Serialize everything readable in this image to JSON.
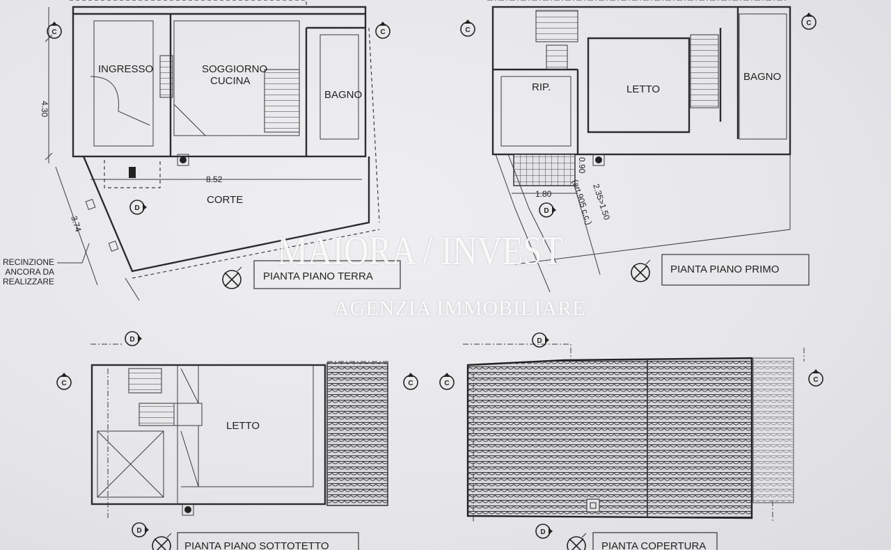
{
  "plans": {
    "ground": {
      "title": "PIANTA PIANO TERRA",
      "rooms": {
        "ingresso": "INGRESSO",
        "soggiorno_1": "SOGGIORNO",
        "soggiorno_2": "CUCINA",
        "bagno": "BAGNO",
        "corte": "CORTE"
      },
      "dims": {
        "width": "8.52",
        "depth": "4.30",
        "court_side": "3.74"
      },
      "note": [
        "RECINZIONE",
        "ANCORA DA",
        "REALIZZARE"
      ]
    },
    "first": {
      "title": "PIANTA PIANO PRIMO",
      "rooms": {
        "rip": "RIP.",
        "letto": "LETTO",
        "bagno": "BAGNO"
      },
      "dims": {
        "terrace_w": "1.80",
        "terrace_d": "0.90",
        "distance": "2.35>1.50",
        "article": "(art.905 c.c.)"
      }
    },
    "attic": {
      "title": "PIANTA PIANO SOTTOTETTO",
      "rooms": {
        "letto": "LETTO"
      }
    },
    "roof": {
      "title": "PIANTA COPERTURA"
    }
  },
  "section_markers": {
    "c": "C",
    "d": "D"
  },
  "watermark": {
    "brand": "MAIORA / INVEST",
    "subtitle": "AGENZIA IMMOBILIARE"
  }
}
